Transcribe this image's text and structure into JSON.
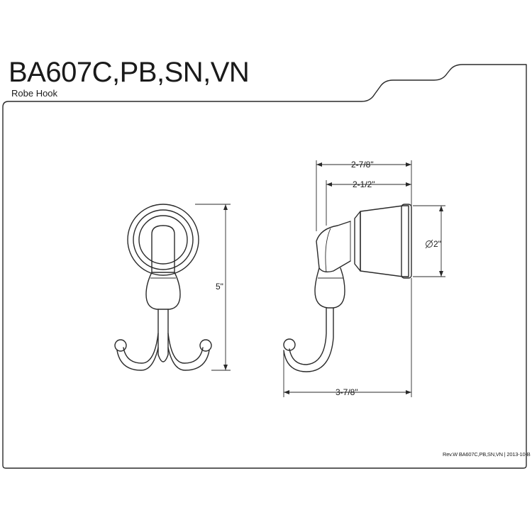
{
  "header": {
    "title": "BA607C,PB,SN,VN",
    "subtitle": "Robe Hook"
  },
  "footer": {
    "revision": "Rev.W BA607C,PB,SN,VN | 2013-10-B"
  },
  "dimensions": {
    "height": "5\"",
    "overall_depth": "2-7/8\"",
    "flange_depth": "2-1/2\"",
    "diameter": "2\"",
    "hook_depth": "3-7/8\""
  },
  "colors": {
    "line": "#2a2a2a",
    "background": "#ffffff"
  }
}
